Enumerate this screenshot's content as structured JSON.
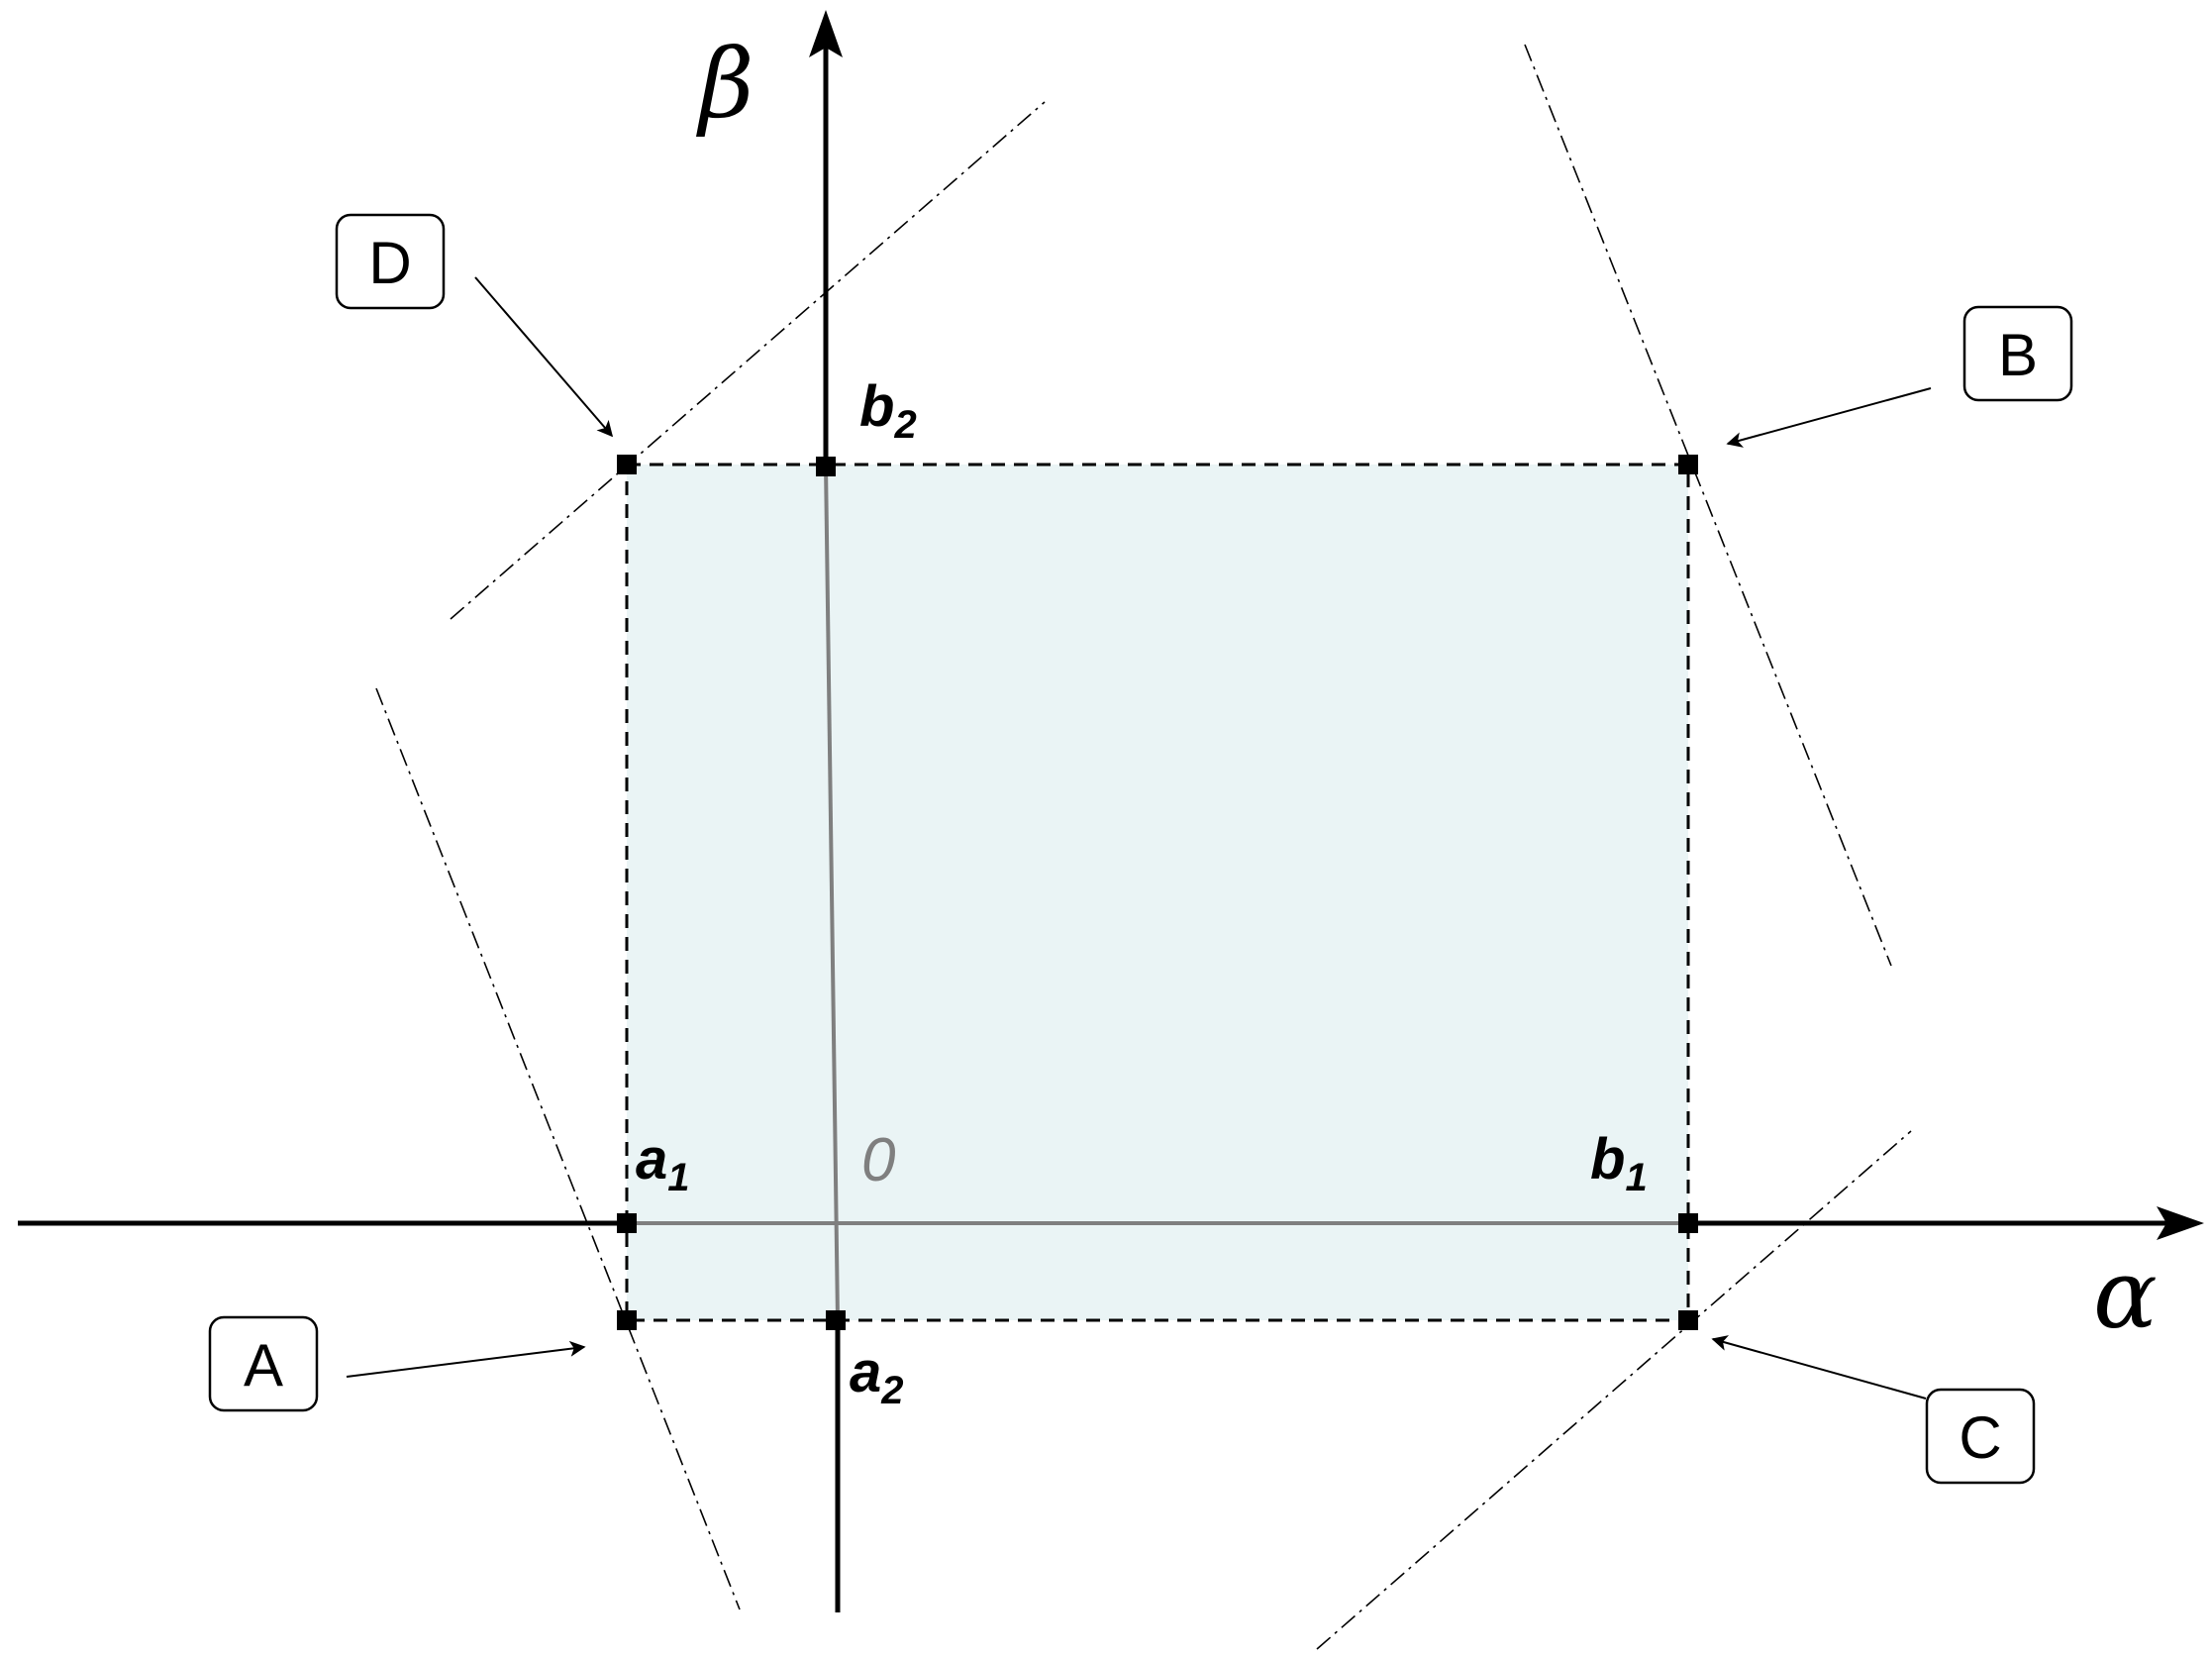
{
  "axes": {
    "x_label": "α",
    "y_label": "β"
  },
  "points": {
    "a1": {
      "main": "a",
      "sub": "1"
    },
    "b1": {
      "main": "b",
      "sub": "1"
    },
    "a2": {
      "main": "a",
      "sub": "2"
    },
    "b2": {
      "main": "b",
      "sub": "2"
    },
    "origin": "0"
  },
  "callouts": {
    "A": "A",
    "B": "B",
    "C": "C",
    "D": "D"
  },
  "colors": {
    "region_fill": "#eaf4f5",
    "axis_inner": "#7f7f7f",
    "axis_outer": "#000000"
  }
}
